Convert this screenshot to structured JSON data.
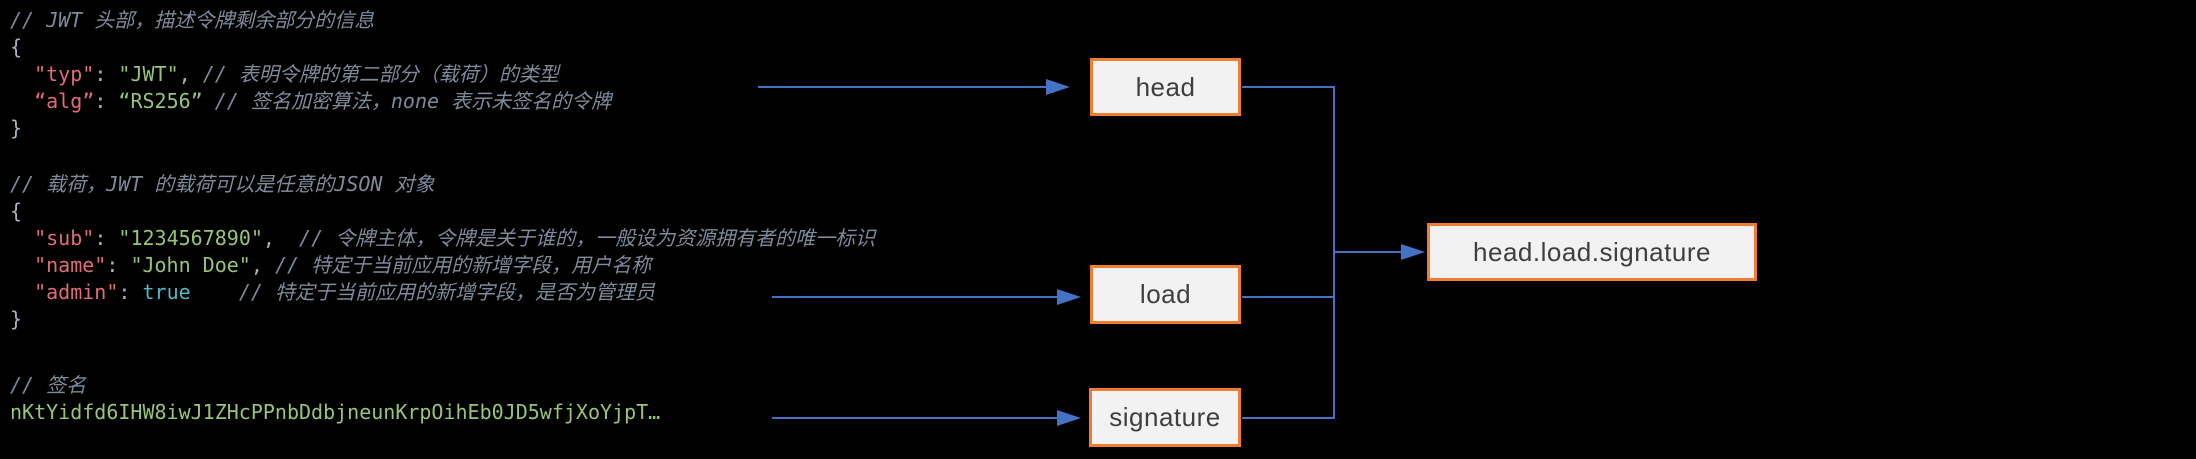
{
  "canvas": {
    "background": "#000000"
  },
  "colors": {
    "arrow_blue": "#4472c4",
    "node_border_orange": "#ed7d31",
    "node_fill": "#f2f2f2",
    "node_text": "#3f3f3f",
    "code_key_red": "#e06c75",
    "code_string_green": "#98c379",
    "code_bool_cyan": "#56b6c2",
    "code_comment_gray": "#7f8a9b",
    "code_punct_gray": "#abb2bf"
  },
  "code": {
    "blocks": [
      {
        "name": "jwt-header",
        "lines": [
          [
            {
              "text": "// JWT 头部，描述令牌剩余部分的信息",
              "style": "comment"
            }
          ],
          [
            {
              "text": "{",
              "style": "plain"
            }
          ],
          [
            {
              "text": "  ",
              "style": "plain"
            },
            {
              "text": "\"typ\"",
              "style": "key"
            },
            {
              "text": ": ",
              "style": "plain"
            },
            {
              "text": "\"JWT\"",
              "style": "string"
            },
            {
              "text": ", ",
              "style": "plain"
            },
            {
              "text": "// 表明令牌的第二部分（载荷）的类型",
              "style": "comment"
            }
          ],
          [
            {
              "text": "  ",
              "style": "plain"
            },
            {
              "text": "“alg”",
              "style": "key"
            },
            {
              "text": ": ",
              "style": "plain"
            },
            {
              "text": "“RS256”",
              "style": "string"
            },
            {
              "text": " ",
              "style": "plain"
            },
            {
              "text": "// 签名加密算法，none 表示未签名的令牌",
              "style": "comment"
            }
          ],
          [
            {
              "text": "}",
              "style": "plain"
            }
          ]
        ]
      },
      {
        "name": "jwt-payload",
        "lines": [
          [
            {
              "text": "// 载荷，JWT 的载荷可以是任意的JSON 对象",
              "style": "comment"
            }
          ],
          [
            {
              "text": "{",
              "style": "plain"
            }
          ],
          [
            {
              "text": "  ",
              "style": "plain"
            },
            {
              "text": "\"sub\"",
              "style": "key"
            },
            {
              "text": ": ",
              "style": "plain"
            },
            {
              "text": "\"1234567890\"",
              "style": "string"
            },
            {
              "text": ",  ",
              "style": "plain"
            },
            {
              "text": "// 令牌主体，令牌是关于谁的，一般设为资源拥有者的唯一标识",
              "style": "comment"
            }
          ],
          [
            {
              "text": "  ",
              "style": "plain"
            },
            {
              "text": "\"name\"",
              "style": "key"
            },
            {
              "text": ": ",
              "style": "plain"
            },
            {
              "text": "\"John Doe\"",
              "style": "string"
            },
            {
              "text": ", ",
              "style": "plain"
            },
            {
              "text": "// 特定于当前应用的新增字段，用户名称",
              "style": "comment"
            }
          ],
          [
            {
              "text": "  ",
              "style": "plain"
            },
            {
              "text": "\"admin\"",
              "style": "key"
            },
            {
              "text": ": ",
              "style": "plain"
            },
            {
              "text": "true",
              "style": "bool"
            },
            {
              "text": "    ",
              "style": "plain"
            },
            {
              "text": "// 特定于当前应用的新增字段，是否为管理员",
              "style": "comment"
            }
          ],
          [
            {
              "text": "}",
              "style": "plain"
            }
          ]
        ]
      },
      {
        "name": "jwt-signature",
        "lines": [
          [
            {
              "text": "// 签名",
              "style": "comment"
            }
          ],
          [
            {
              "text": "nKtYidfd6IHW8iwJ1ZHcPPnbDdbjneunKrpOihEb0JD5wfjXoYjpT…",
              "style": "string"
            }
          ]
        ]
      }
    ]
  },
  "diagram": {
    "boxes": {
      "head": {
        "label": "head"
      },
      "load": {
        "label": "load"
      },
      "signature": {
        "label": "signature"
      },
      "combined": {
        "label": "head.load.signature"
      }
    }
  }
}
